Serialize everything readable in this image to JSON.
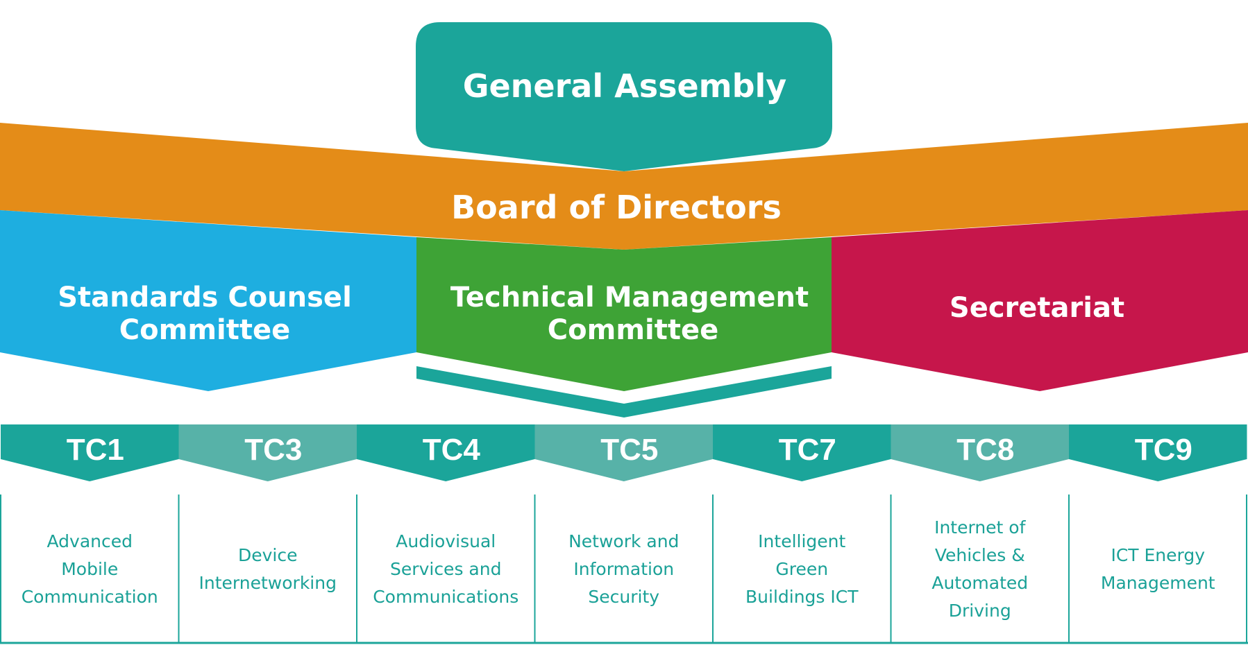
{
  "colors": {
    "teal": "#1ba59a",
    "teal_light": "#57b2a8",
    "orange": "#e48c18",
    "blue": "#1eaee0",
    "green": "#3ea336",
    "crimson": "#c6164b",
    "text_teal": "#1aa197"
  },
  "general_assembly": {
    "label": "General Assembly"
  },
  "board": {
    "label": "Board of Directors"
  },
  "branches": [
    {
      "lines": [
        "Standards Counsel",
        "Committee"
      ]
    },
    {
      "lines": [
        "Technical Management",
        "Committee"
      ]
    },
    {
      "lines": [
        "Secretariat"
      ]
    }
  ],
  "committees": [
    {
      "code": "TC1",
      "desc": [
        "Advanced",
        "Mobile",
        "Communication"
      ]
    },
    {
      "code": "TC3",
      "desc": [
        "Device",
        "Internetworking"
      ]
    },
    {
      "code": "TC4",
      "desc": [
        "Audiovisual",
        "Services and",
        "Communications"
      ]
    },
    {
      "code": "TC5",
      "desc": [
        "Network and",
        "Information",
        "Security"
      ]
    },
    {
      "code": "TC7",
      "desc": [
        "Intelligent",
        "Green",
        "Buildings ICT"
      ]
    },
    {
      "code": "TC8",
      "desc": [
        "Internet of",
        "Vehicles &",
        "Automated",
        "Driving"
      ]
    },
    {
      "code": "TC9",
      "desc": [
        "ICT Energy",
        "Management"
      ]
    }
  ]
}
